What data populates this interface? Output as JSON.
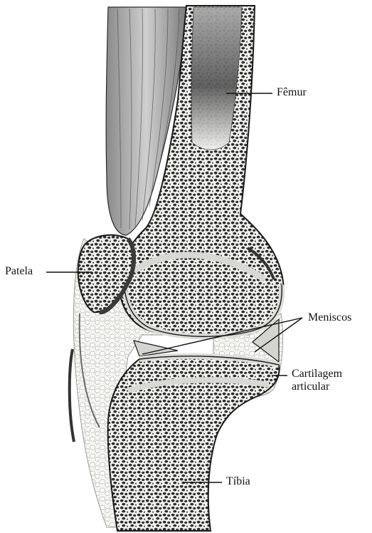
{
  "labels": {
    "femur": "Fêmur",
    "patela": "Patela",
    "meniscos": "Meniscos",
    "cartilagem_line1": "Cartilagem",
    "cartilagem_line2": "articular",
    "tibia": "Tíbia"
  },
  "colors": {
    "bone_fill": "#f3f3f1",
    "bone_pores": "#2a2a2a",
    "cartilage": "#dcdcd8",
    "outline": "#1a1a1a",
    "muscle": "#6d6d6d",
    "soft_tissue": "#e6e6e2"
  }
}
